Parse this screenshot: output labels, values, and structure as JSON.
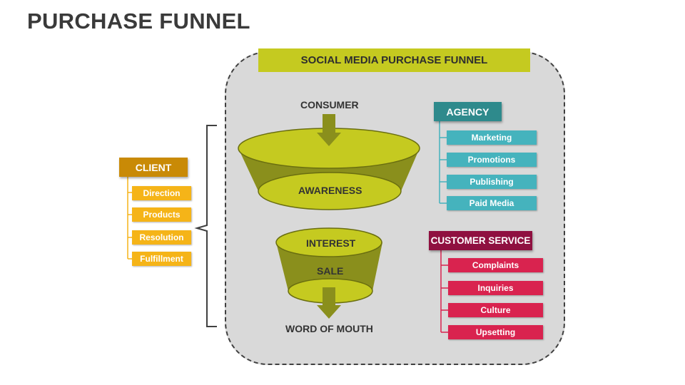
{
  "title": "PURCHASE FUNNEL",
  "banner": "SOCIAL MEDIA PURCHASE FUNNEL",
  "funnel": {
    "top_label": "CONSUMER",
    "stage1": "AWARENESS",
    "stage2_top": "INTEREST",
    "stage2_mid": "SALE",
    "bottom_label": "WORD OF MOUTH"
  },
  "client": {
    "header": "CLIENT",
    "items": [
      "Direction",
      "Products",
      "Resolution",
      "Fulfillment"
    ]
  },
  "agency": {
    "header": "AGENCY",
    "items": [
      "Marketing",
      "Promotions",
      "Publishing",
      "Paid Media"
    ]
  },
  "customer_service": {
    "header": "CUSTOMER SERVICE",
    "items": [
      "Complaints",
      "Inquiries",
      "Culture",
      "Upsetting"
    ]
  },
  "colors": {
    "funnel_light": "#c5ca20",
    "funnel_dark": "#8a8f1c",
    "client": "#f5b418",
    "agency": "#45b3bd",
    "customer_service": "#d9234f"
  }
}
